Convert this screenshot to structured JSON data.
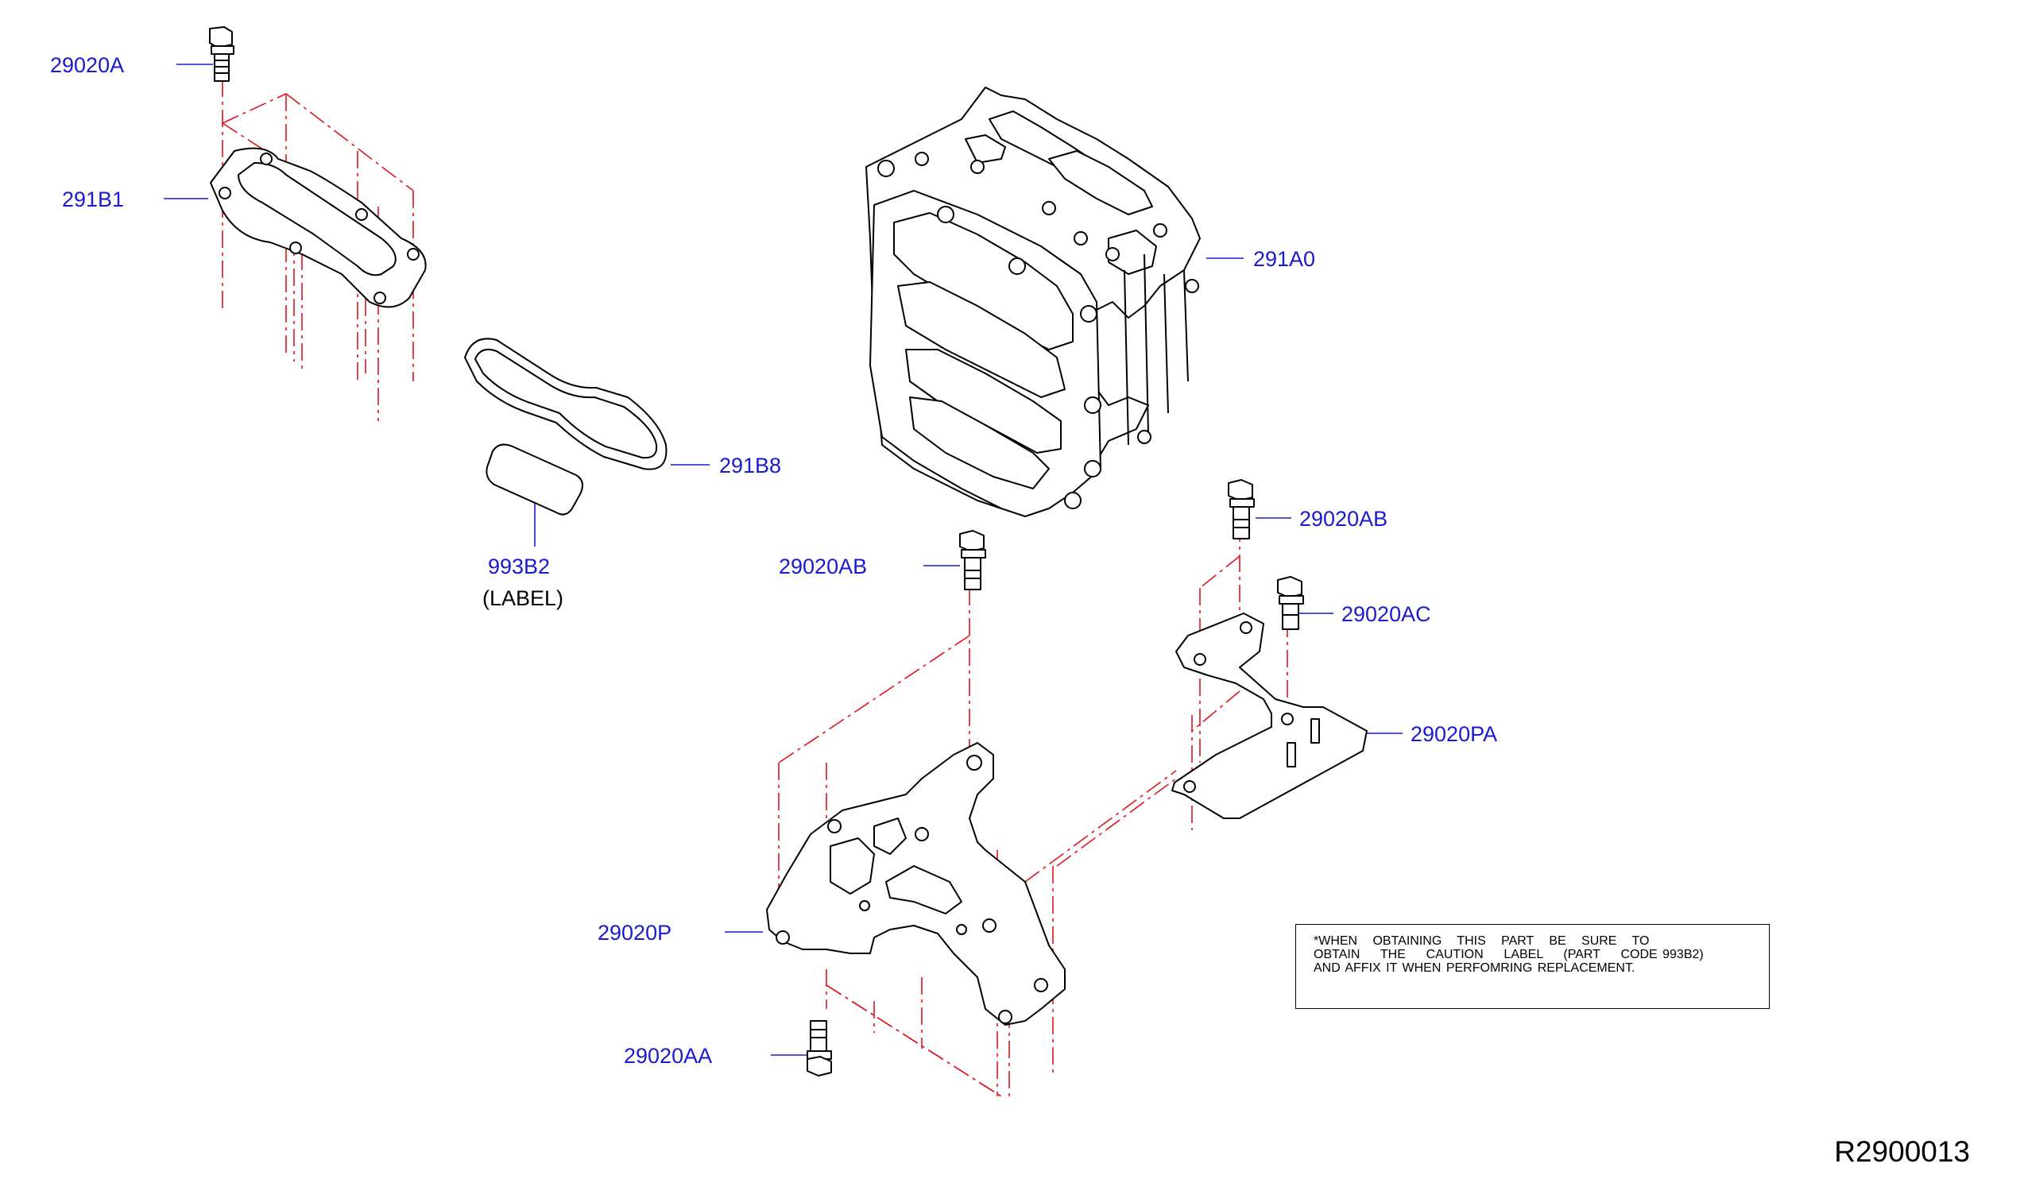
{
  "diagram": {
    "reference_code": "R2900013",
    "part_labels": {
      "bolt_top": "29020A",
      "gasket": "291B1",
      "main_unit": "291A0",
      "seal_ring": "291B8",
      "caution_label": "993B2",
      "caution_label_sub": "(LABEL)",
      "bolt_ab_center": "29020AB",
      "bolt_ab_right": "29020AB",
      "bolt_ac": "29020AC",
      "bracket_small": "29020PA",
      "bracket_main": "29020P",
      "bolt_aa": "29020AA"
    },
    "note_lines": [
      "*WHEN   OBTAINING   THIS   PART   BE   SURE   TO",
      "OBTAIN    THE    CAUTION    LABEL    (PART    CODE 993B2)",
      "AND AFFIX IT WHEN PERFOMRING REPLACEMENT."
    ],
    "colors": {
      "label_text": "#1a1ad0",
      "leader_line": "#1a1ad0",
      "centerline": "#e0141e",
      "part_outline": "#000000"
    }
  }
}
